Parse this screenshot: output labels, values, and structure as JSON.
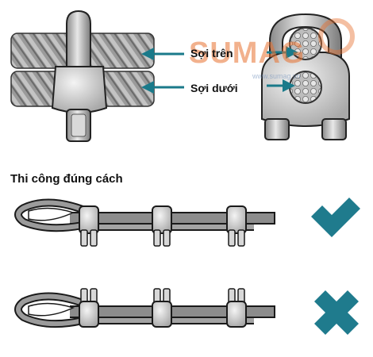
{
  "labels": {
    "upper_strand": "Sợi trên",
    "lower_strand": "Sợi dưới",
    "section_title": "Thi công đúng cách"
  },
  "watermark": {
    "brand": "SUMAG",
    "url": "www.sumag.vn"
  },
  "verdicts": {
    "correct_icon": "check-icon",
    "incorrect_icon": "cross-icon"
  },
  "colors": {
    "arrow_teal": "#1a7a8a",
    "check_teal": "#1f7b8d",
    "watermark_orange": "#e77130",
    "rope_gray": "#8c8c8c",
    "clip_gray": "#c9c9c9",
    "outline": "#1a1a1a"
  }
}
